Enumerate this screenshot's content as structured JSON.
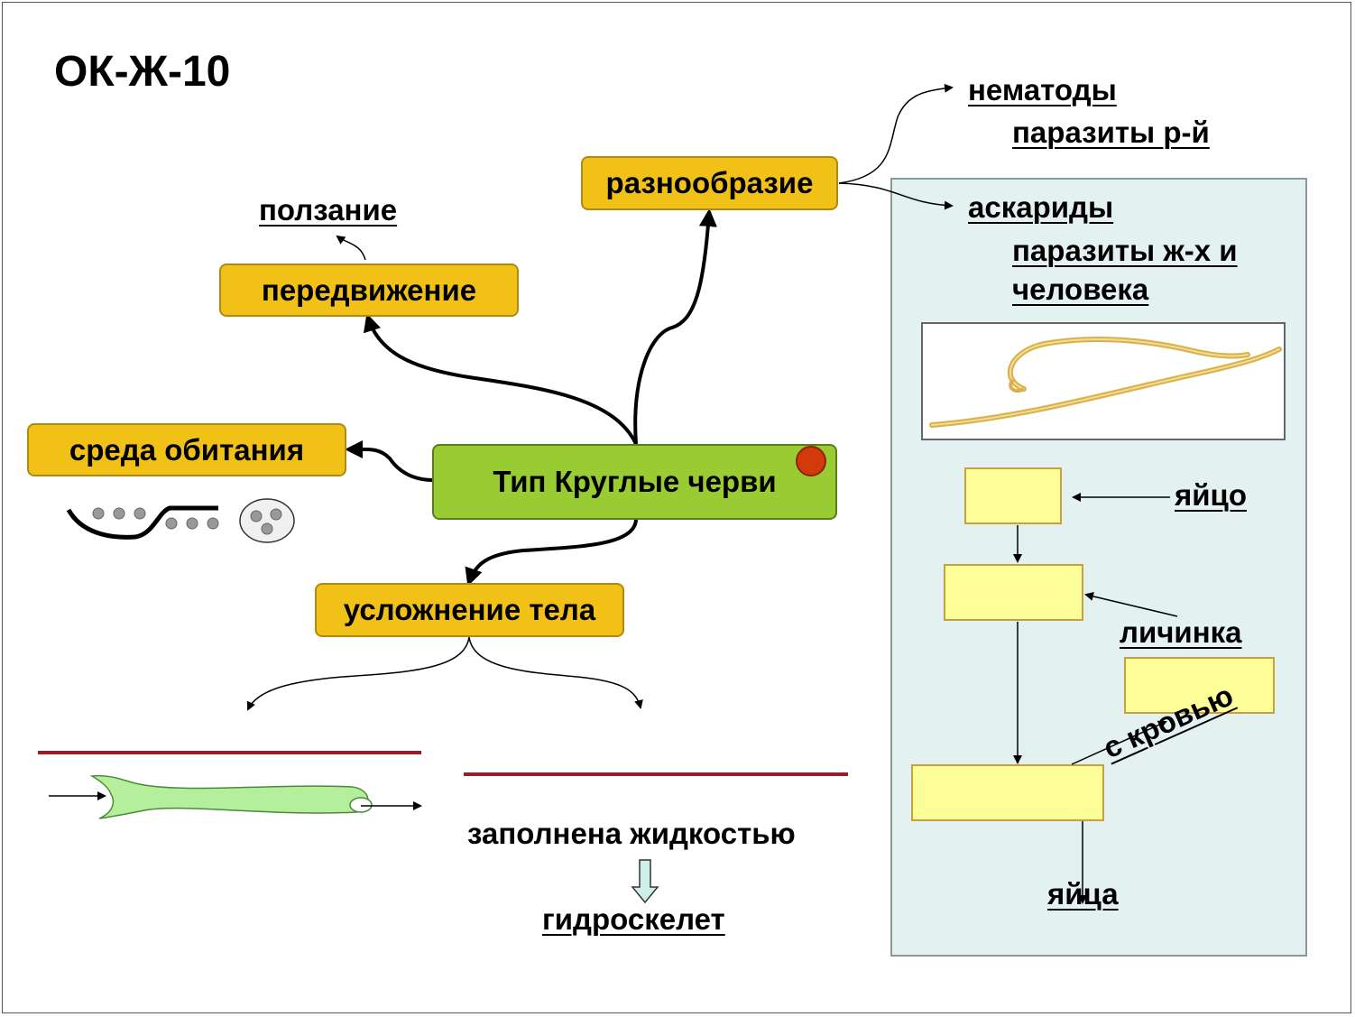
{
  "title": "ОК-Ж-10",
  "center": {
    "label": "Тип Круглые черви"
  },
  "branches": {
    "locomotion": {
      "label": "передвижение",
      "sub": "ползание"
    },
    "habitat": {
      "label": "среда обитания"
    },
    "diversity": {
      "label": "разнообразие"
    },
    "body": {
      "label": "усложнение тела",
      "fluid": "заполнена жидкостью",
      "result": "гидроскелет"
    }
  },
  "diversity_items": {
    "nematodes": "нематоды",
    "nematodes_note": "паразиты р-й",
    "ascarids": "аскариды",
    "ascarids_note_1": "паразиты ж-х и",
    "ascarids_note_2": "человека"
  },
  "life_cycle": {
    "egg": "яйцо",
    "larva": "личинка",
    "blood": "с кровью",
    "eggs": "яйца"
  },
  "colors": {
    "branch_fill": "#f2c118",
    "center_fill": "#99cc33",
    "panel_fill": "#e3f1f1",
    "stage_fill": "#ffff99",
    "accent_dot": "#d33a0a",
    "divider": "#9b1b2a"
  },
  "icons": [
    "arrow-icon",
    "worm-illustration",
    "gut-tube-illustration",
    "cross-section-icon",
    "hollow-down-arrow-icon"
  ]
}
